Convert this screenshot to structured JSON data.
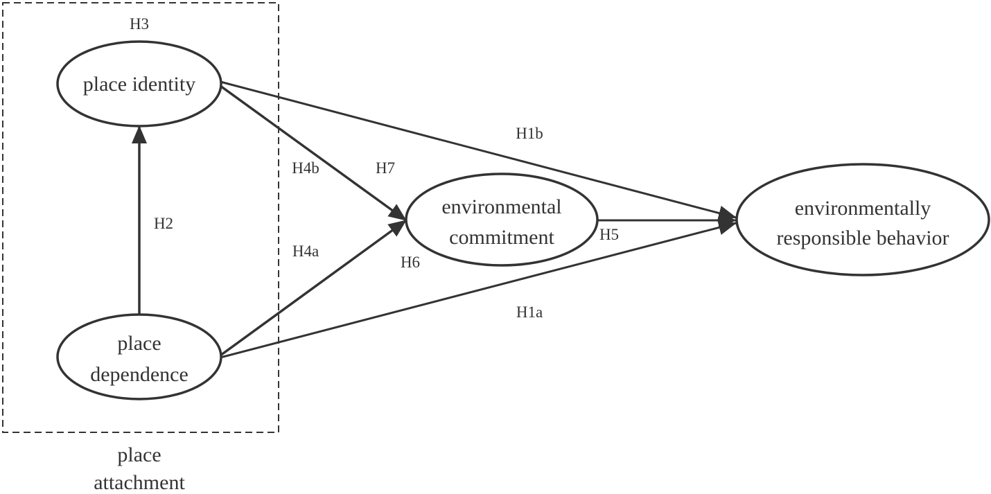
{
  "nodes": {
    "place_identity": {
      "label": "place identity"
    },
    "place_dependence": {
      "lines": [
        "place",
        "dependence"
      ]
    },
    "environmental_commitment": {
      "lines": [
        "environmental",
        "commitment"
      ]
    },
    "environmentally_responsible_behavior": {
      "lines": [
        "environmentally",
        "responsible behavior"
      ]
    }
  },
  "group": {
    "lines": [
      "place",
      "attachment"
    ]
  },
  "hypotheses": {
    "h3": "H3",
    "h2": "H2",
    "h4b": "H4b",
    "h7": "H7",
    "h4a": "H4a",
    "h6": "H6",
    "h5": "H5",
    "h1b": "H1b",
    "h1a": "H1a"
  },
  "colors": {
    "stroke": "#333333",
    "background": "#ffffff"
  }
}
